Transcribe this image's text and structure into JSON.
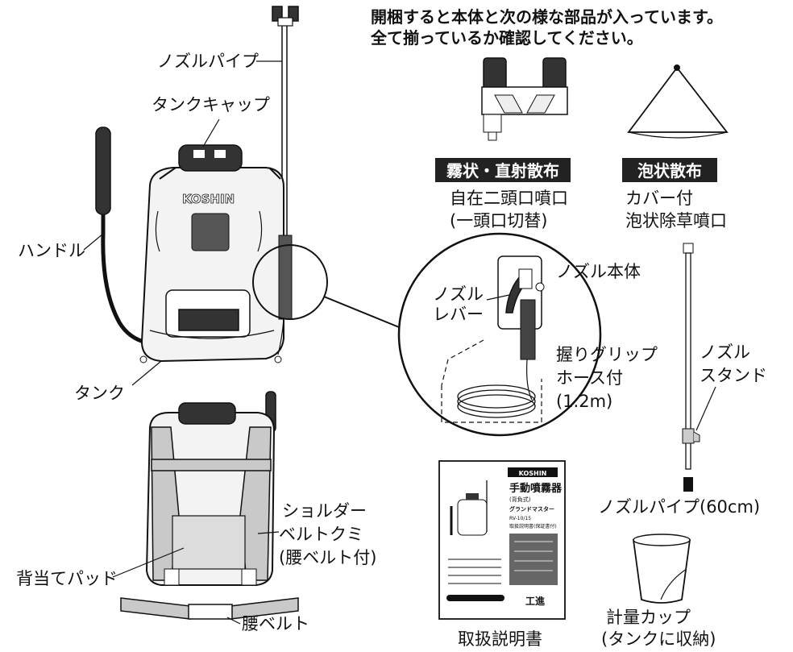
{
  "header": {
    "line1": "開梱すると本体と次の様な部品が入っています。",
    "line2": "全て揃っているか確認してください。"
  },
  "labels": {
    "nozzle_pipe": "ノズルパイプ",
    "tank_cap": "タンクキャップ",
    "handle": "ハンドル",
    "tank": "タンク",
    "nozzle_body": "ノズル本体",
    "nozzle_lever_1": "ノズル",
    "nozzle_lever_2": "レバー",
    "grip_1": "握りグリップ",
    "grip_2": "ホース付",
    "grip_3": "(1.2m)",
    "shoulder_1": "ショルダー",
    "shoulder_2": "ベルトクミ",
    "shoulder_3": "(腰ベルト付)",
    "back_pad": "背当てパッド",
    "waist_belt": "腰ベルト",
    "brand": "KOSHIN"
  },
  "parts": {
    "mist_badge": "霧状・直射散布",
    "mist_line1": "自在二頭口噴口",
    "mist_line2": "(一頭口切替)",
    "foam_badge": "泡状散布",
    "foam_line1": "カバー付",
    "foam_line2": "泡状除草噴口",
    "stand_1": "ノズル",
    "stand_2": "スタンド",
    "pipe60": "ノズルパイプ(60cm)",
    "cup_1": "計量カップ",
    "cup_2": "(タンクに収納)",
    "manual": "取扱説明書"
  },
  "manual": {
    "brand": "KOSHIN",
    "title": "手動噴霧器",
    "sub": "(背負式)",
    "series": "グランドマスター",
    "model": "RV-10/15",
    "doc": "取扱説明書(保証書付)",
    "maker": "工進"
  }
}
